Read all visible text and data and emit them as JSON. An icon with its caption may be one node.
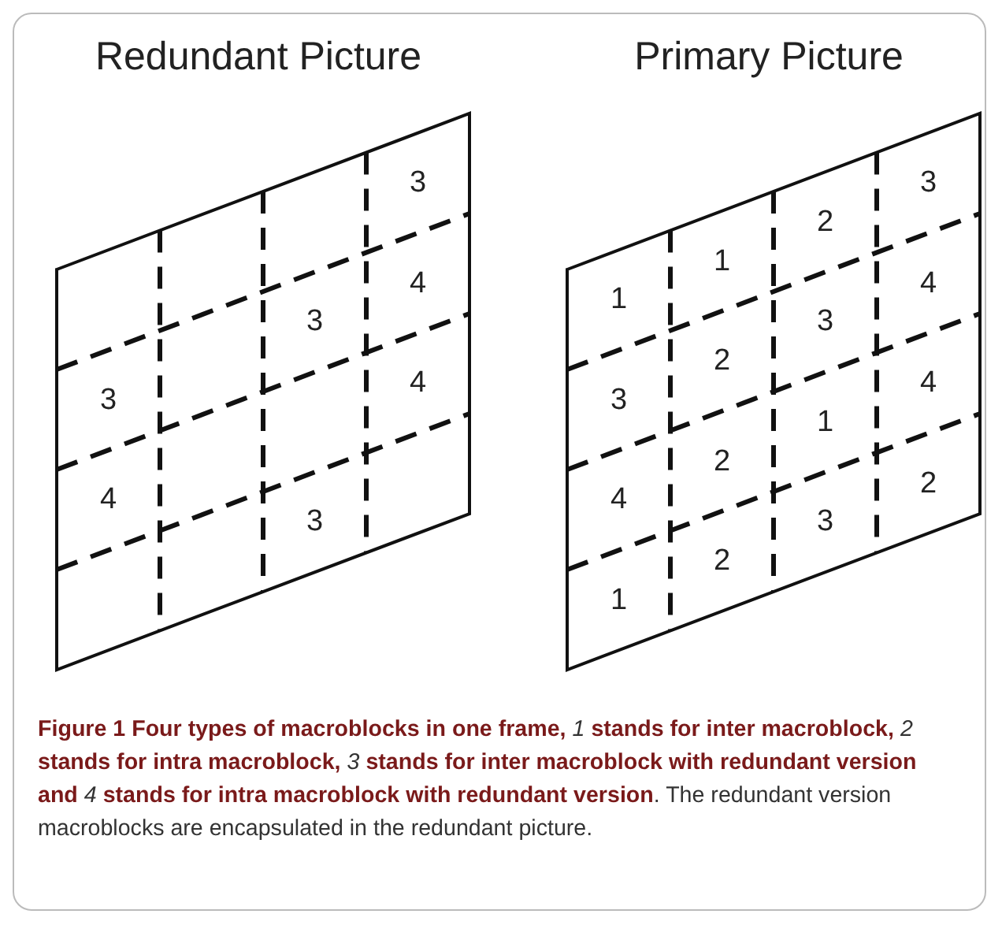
{
  "diagram": {
    "caption": "**Figure 1 Four types of macroblocks in one frame,** *1* **stands for inter macroblock,** *2* **stands for intra macroblock,** *3* **stands for inter macroblock with redundant version and** *4* **stands for intra macroblock with redundant version**. The redundant version macroblocks are encapsulated in the redundant picture.",
    "nodes": [
      {
        "text": [
          "Redundant Picture"
        ]
      },
      {
        "text": [
          "Primary Picture"
        ]
      }
    ],
    "labels": [
      "3",
      "3",
      "3",
      "4",
      "4",
      "4",
      "3",
      "1",
      "1",
      "2",
      "3",
      "3",
      "2",
      "3",
      "4",
      "4",
      "2",
      "1",
      "4",
      "1",
      "2",
      "3",
      "2"
    ]
  }
}
